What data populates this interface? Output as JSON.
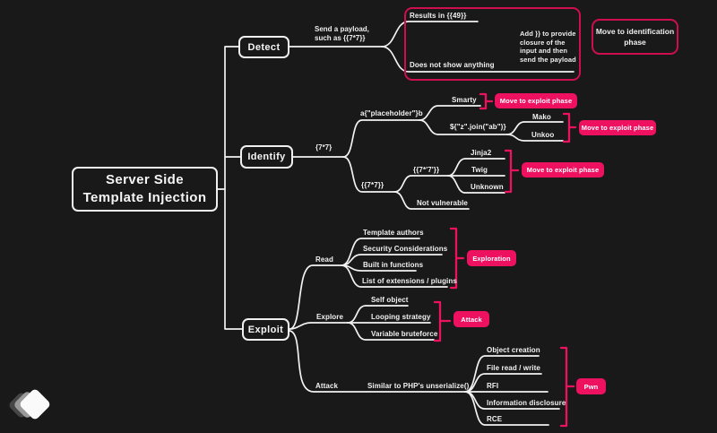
{
  "colors": {
    "background": "#191919",
    "accent_fill": "#ee1160",
    "accent_outline": "#cf0e52",
    "line": "#f2f2f2"
  },
  "root": {
    "line1": "Server Side",
    "line2": "Template Injection"
  },
  "detect": {
    "node": "Detect",
    "edge_line1": "Send a payload,",
    "edge_line2": "such as {{7*7}}",
    "result_positive": "Results in {{49}}",
    "result_negative": "Does not show anything",
    "closure_note": "Add }} to provide closure of the input and then send the payload",
    "next_phase": "Move to identification phase"
  },
  "identify": {
    "node": "Identify",
    "edge_label": "{7*7}",
    "branch_placeholder": "a{\"placeholder\"}b",
    "smarty": "Smarty",
    "smarty_action": "Move to exploit phase",
    "branch_join": "${\"z\".join(\"ab\")}",
    "mako": "Mako",
    "mako_sibling": "Unkoo",
    "mako_action": "Move to exploit phase",
    "branch_double": "{{7*7}}",
    "branch_quote": "{{7*'7'}}",
    "jinja2": "Jinja2",
    "twig": "Twig",
    "unknown": "Unknown",
    "jinja_action": "Move to exploit phase",
    "not_vulnerable": "Not vulnerable"
  },
  "exploit": {
    "node": "Exploit",
    "read_label": "Read",
    "read_items": [
      "Template authors",
      "Security Considerations",
      "Built in functions",
      "List of extensions / plugins"
    ],
    "read_action": "Exploration",
    "explore_label": "Explore",
    "explore_items": [
      "Self object",
      "Looping strategy",
      "Variable bruteforce"
    ],
    "explore_action": "Attack",
    "attack_label": "Attack",
    "attack_edge": "Similar to PHP's unserialize()",
    "attack_items": [
      "Object creation",
      "File read / write",
      "RFI",
      "Information disclosure",
      "RCE"
    ],
    "attack_action": "Pwn"
  }
}
